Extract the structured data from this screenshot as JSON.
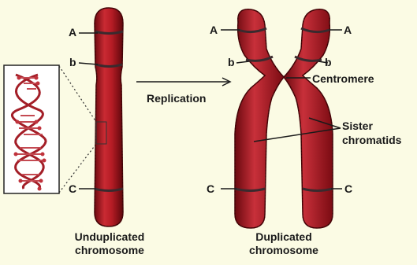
{
  "labels": {
    "unduplicated": {
      "gene_a": "A",
      "gene_b": "b",
      "gene_c": "C"
    },
    "duplicated": {
      "left": {
        "gene_a": "A",
        "gene_b": "b",
        "gene_c": "C"
      },
      "right": {
        "gene_a": "A",
        "gene_b": "b",
        "gene_c": "C"
      }
    },
    "arrow_label": "Replication",
    "centromere": "Centromere",
    "sister_chromatids": [
      "Sister",
      "chromatids"
    ]
  },
  "captions": {
    "unduplicated": [
      "Unduplicated",
      "chromosome"
    ],
    "duplicated": [
      "Duplicated",
      "chromosome"
    ]
  },
  "colors": {
    "chromosome": "#a8141c",
    "chromosome_dark": "#6e0a10",
    "chromosome_light": "#d2434a",
    "band": "#3a2a2e",
    "dna": "#b32a33",
    "background": "#fbfbe4"
  }
}
